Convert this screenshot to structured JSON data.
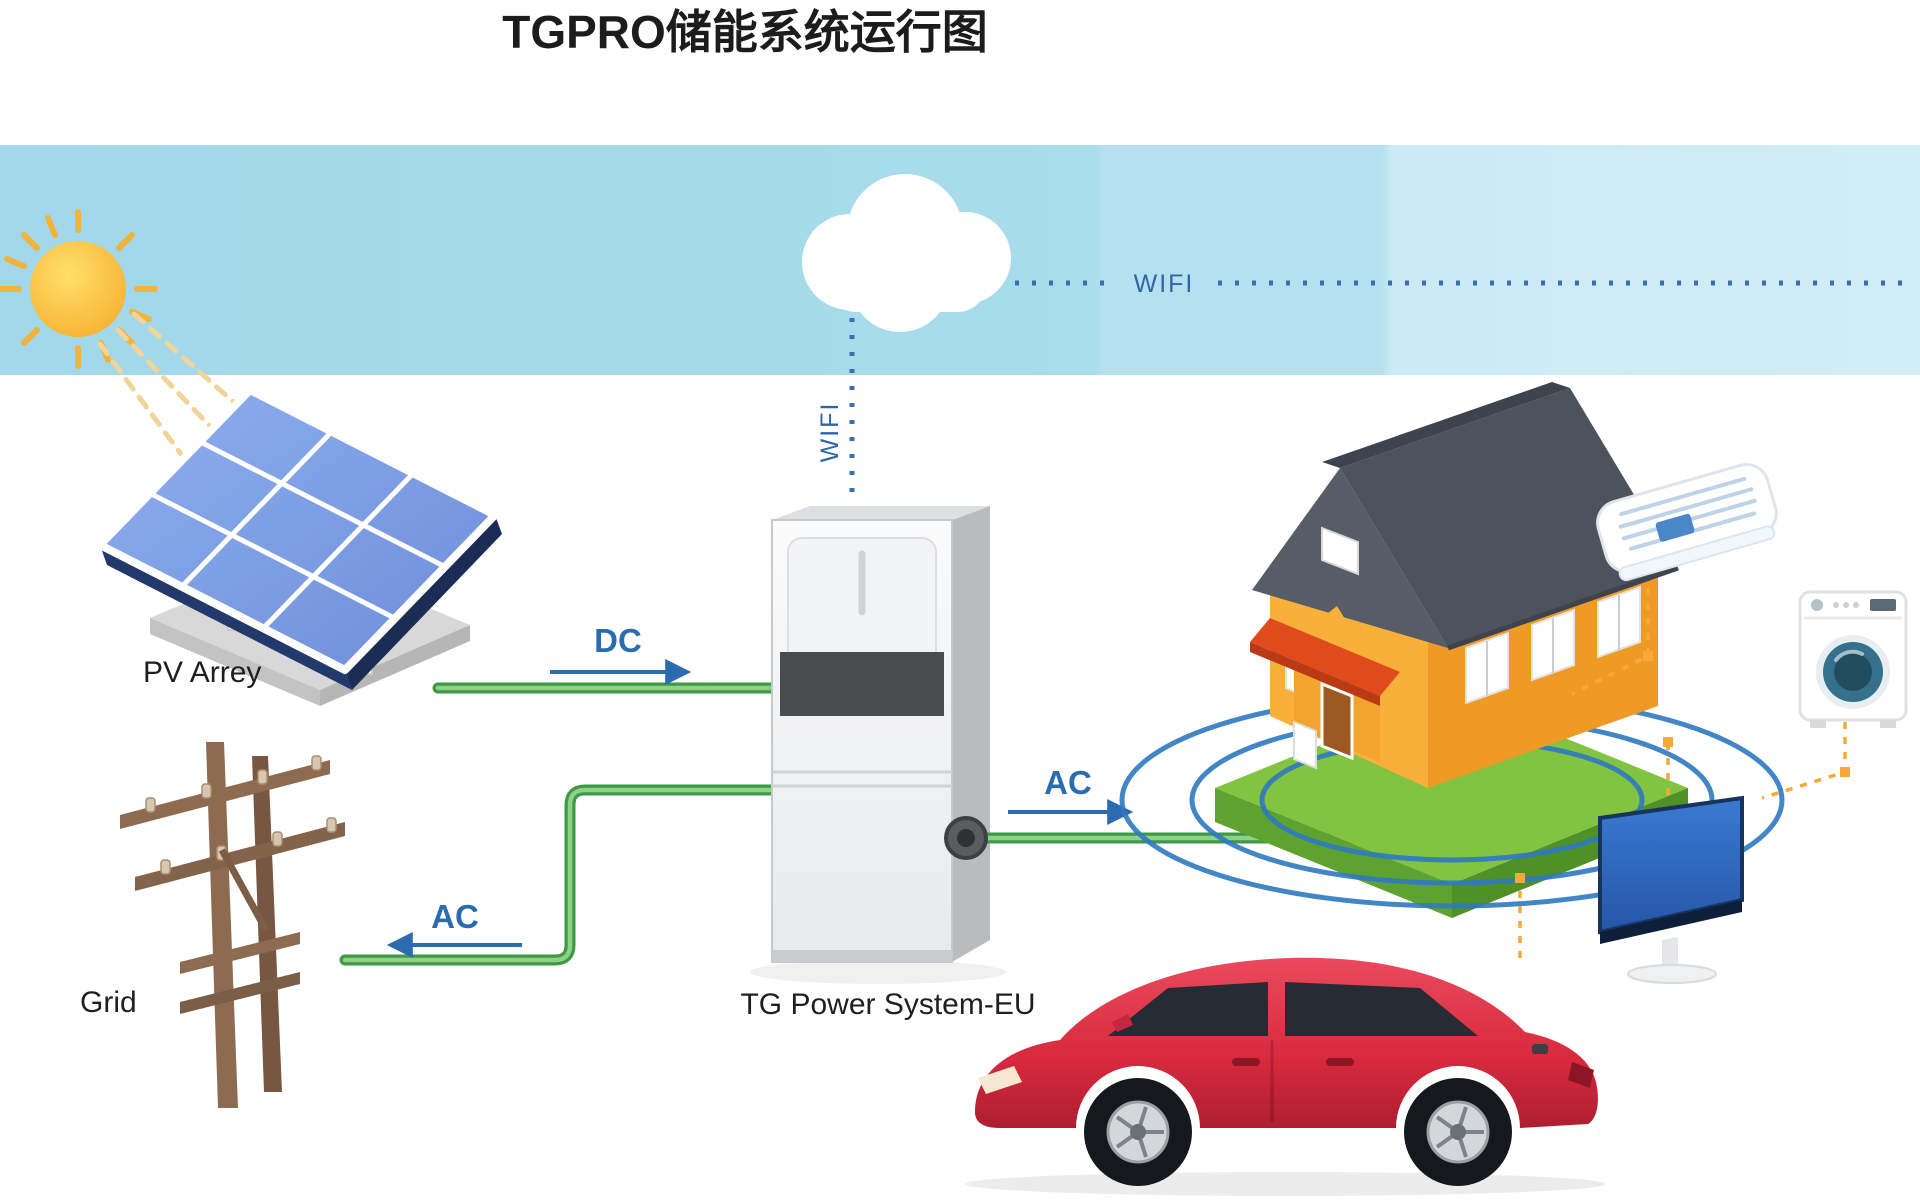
{
  "title": "TGPRO储能系统运行图",
  "colors": {
    "sky_blue": "#a9dcec",
    "label_blue": "#2b6cb0",
    "wire_green": "#3e9a44",
    "dash_orange": "#f6a83b",
    "car_red": "#d8293d",
    "house_wall_orange": "#ef9a24",
    "roof_gray": "#4c535d",
    "lawn_green": "#82c341"
  },
  "nodes": {
    "sun": {
      "icon": "sun-icon"
    },
    "cloud": {
      "icon": "cloud-icon"
    },
    "pv_array": {
      "label": "PV Arrey",
      "icon": "solar-panel-icon"
    },
    "grid": {
      "label": "Grid",
      "icon": "utility-pole-icon"
    },
    "power_system": {
      "label": "TG Power System-EU",
      "icon": "battery-inverter-icon"
    },
    "house": {
      "icon": "house-icon"
    },
    "air_conditioner": {
      "icon": "air-conditioner-icon"
    },
    "washing_machine": {
      "icon": "washing-machine-icon"
    },
    "tv": {
      "icon": "tv-icon"
    },
    "car": {
      "icon": "electric-car-icon"
    }
  },
  "links": {
    "wifi_top": {
      "label": "WIFI"
    },
    "wifi_down": {
      "label": "WIFI"
    },
    "dc_pv_to_system": {
      "label": "DC"
    },
    "ac_system_to_grid": {
      "label": "AC"
    },
    "ac_system_to_house": {
      "label": "AC"
    }
  }
}
